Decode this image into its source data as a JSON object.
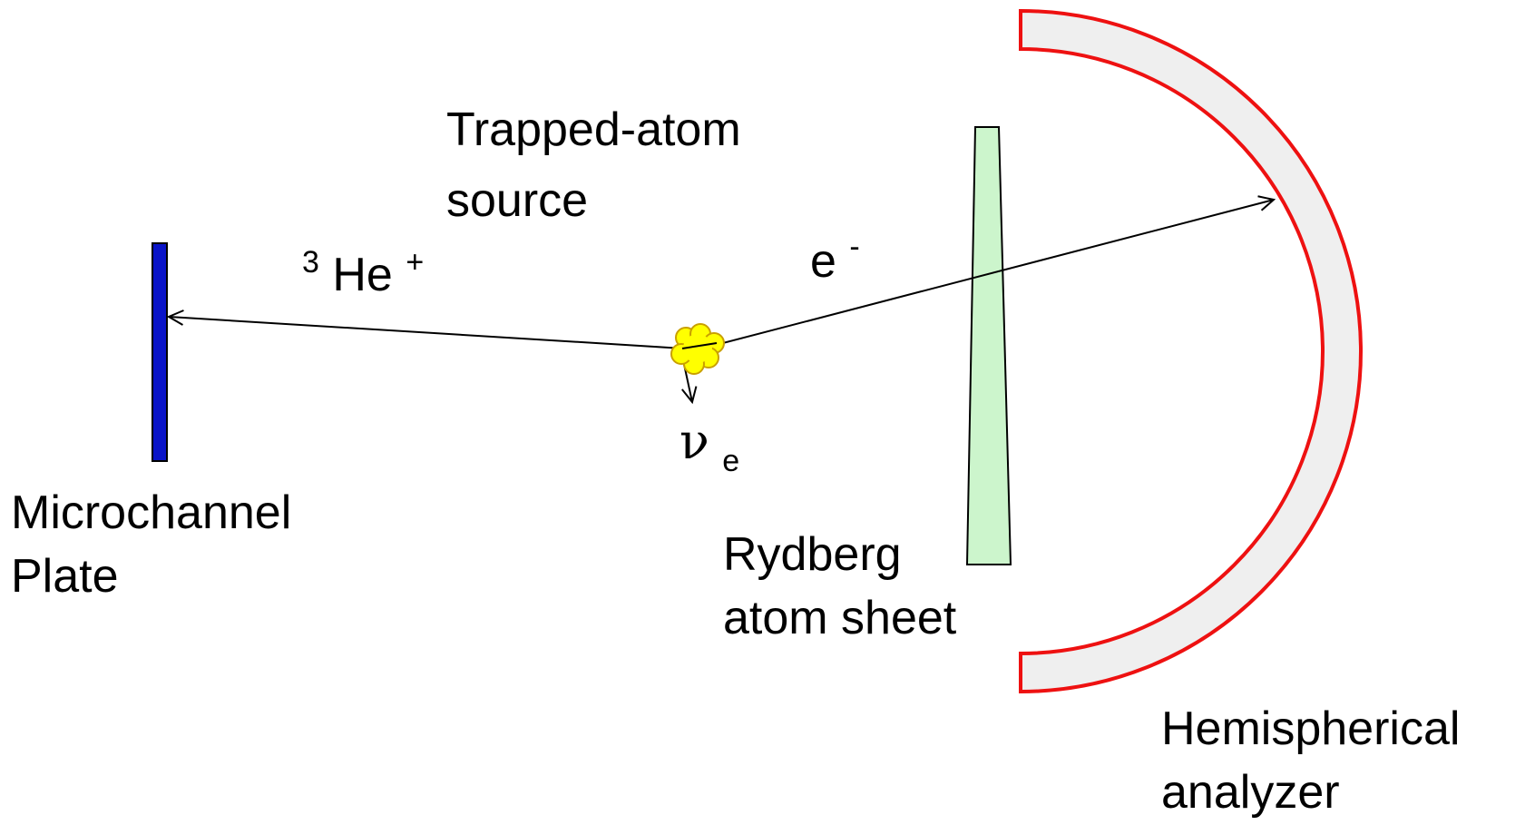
{
  "labels": {
    "source_line1": "Trapped-atom",
    "source_line2": "source",
    "helium_prefix": "3",
    "helium_main": "He",
    "helium_suffix": "+",
    "electron_main": "e",
    "electron_suffix": "-",
    "neutrino_main": "ν",
    "neutrino_sub": "e",
    "mcp_line1": "Microchannel",
    "mcp_line2": "Plate",
    "rydberg_line1": "Rydberg",
    "rydberg_line2": "atom sheet",
    "analyzer_line1": "Hemispherical",
    "analyzer_line2": "analyzer"
  },
  "colors": {
    "mcp_fill": "#0a14c8",
    "rydberg_fill": "#ccf5cc",
    "analyzer_stroke": "#ee1111",
    "analyzer_fill": "#efefef",
    "source_fill": "#ffff00",
    "source_stroke": "#c9a000",
    "arrow": "#000000"
  }
}
